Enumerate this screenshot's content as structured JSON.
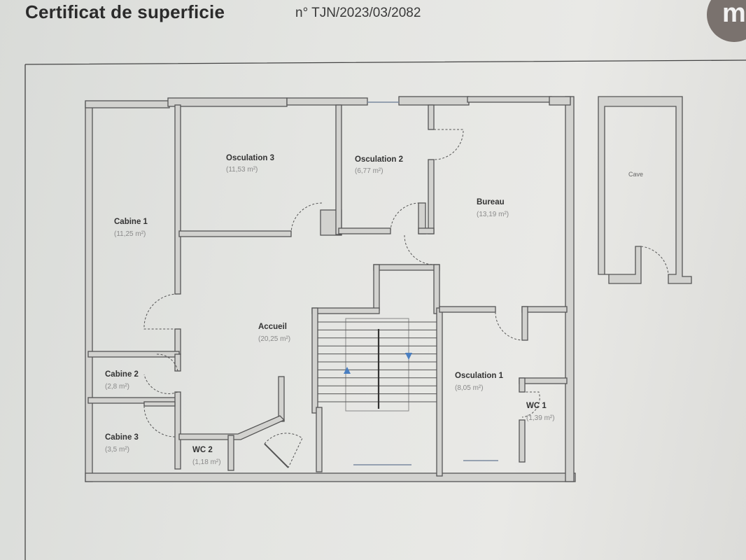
{
  "header": {
    "title": "Certificat de superficie",
    "number": "n° TJN/2023/03/2082",
    "logo_letter": "m"
  },
  "rooms": [
    {
      "key": "osc3",
      "name": "Osculation 3",
      "area": "(11,53 m²)"
    },
    {
      "key": "osc2",
      "name": "Osculation 2",
      "area": "(6,77 m²)"
    },
    {
      "key": "bureau",
      "name": "Bureau",
      "area": "(13,19 m²)"
    },
    {
      "key": "cab1",
      "name": "Cabine 1",
      "area": "(11,25 m²)"
    },
    {
      "key": "accueil",
      "name": "Accueil",
      "area": "(20,25 m²)"
    },
    {
      "key": "cab2",
      "name": "Cabine 2",
      "area": "(2,8 m²)"
    },
    {
      "key": "cab3",
      "name": "Cabine 3",
      "area": "(3,5 m²)"
    },
    {
      "key": "wc2",
      "name": "WC 2",
      "area": "(1,18 m²)"
    },
    {
      "key": "osc1",
      "name": "Osculation 1",
      "area": "(8,05 m²)"
    },
    {
      "key": "wc1",
      "name": "WC 1",
      "area": "(1,39 m²)"
    }
  ],
  "cave": {
    "name": "Cave"
  },
  "colors": {
    "wall_fill": "#d2d2cf",
    "wall_stroke": "#555555",
    "stair_arrow": "#4a7fc1",
    "frame": "#444444"
  }
}
